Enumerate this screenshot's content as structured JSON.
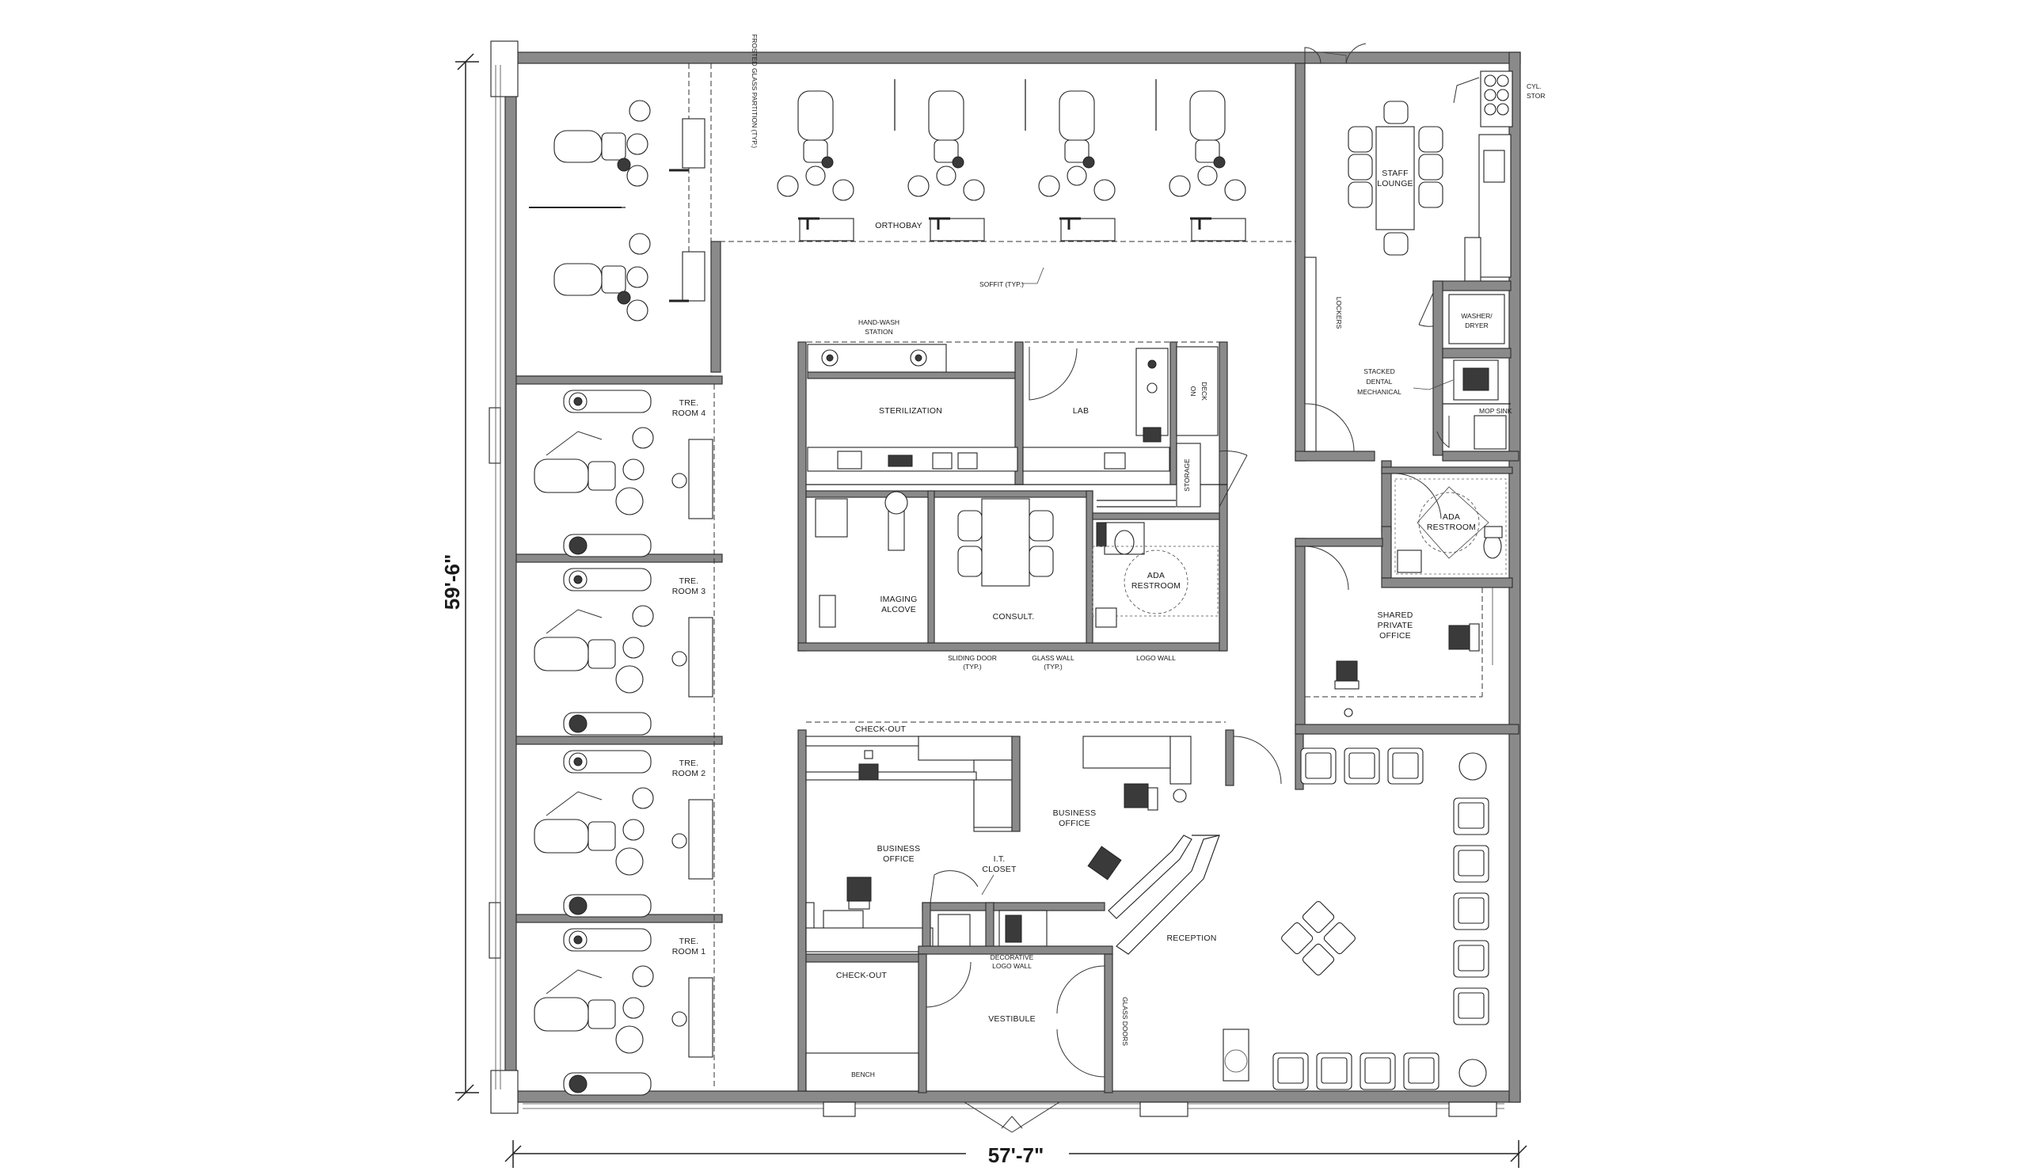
{
  "dimensions": {
    "height": "59'-6\"",
    "width": "57'-7\""
  },
  "rooms": {
    "frosted_glass": "FROSTED GLASS PARTITION (TYP.)",
    "orthobay": "ORTHOBAY",
    "soffit": "SOFFIT (TYP.)",
    "staff_lounge_1": "STAFF",
    "staff_lounge_2": "LOUNGE",
    "cyl_stor_1": "CYL.",
    "cyl_stor_2": "STOR",
    "lockers": "LOCKERS",
    "washer_1": "WASHER/",
    "washer_2": "DRYER",
    "stacked_1": "STACKED",
    "stacked_2": "DENTAL",
    "stacked_3": "MECHANICAL",
    "mop_sink": "MOP SINK",
    "handwash_1": "HAND-WASH",
    "handwash_2": "STATION",
    "sterilization": "STERILIZATION",
    "lab": "LAB",
    "on_deck_1": "ON",
    "on_deck_2": "DECK",
    "storage": "STORAGE",
    "imaging_1": "IMAGING",
    "imaging_2": "ALCOVE",
    "consult": "CONSULT.",
    "ada_restroom_1": "ADA",
    "ada_restroom_2": "RESTROOM",
    "ada_restroom_b1": "ADA",
    "ada_restroom_b2": "RESTROOM",
    "sliding_door_1": "SLIDING DOOR",
    "sliding_door_2": "(TYP.)",
    "glass_wall_1": "GLASS WALL",
    "glass_wall_2": "(TYP.)",
    "logo_wall": "LOGO WALL",
    "shared_1": "SHARED",
    "shared_2": "PRIVATE",
    "shared_3": "OFFICE",
    "tre4_1": "TRE.",
    "tre4_2": "ROOM 4",
    "tre3_1": "TRE.",
    "tre3_2": "ROOM 3",
    "tre2_1": "TRE.",
    "tre2_2": "ROOM 2",
    "tre1_1": "TRE.",
    "tre1_2": "ROOM 1",
    "checkout_top": "CHECK-OUT",
    "business_office_l1": "BUSINESS",
    "business_office_l2": "OFFICE",
    "business_office_r1": "BUSINESS",
    "business_office_r2": "OFFICE",
    "it_closet_1": "I.T.",
    "it_closet_2": "CLOSET",
    "reception": "RECEPTION",
    "decorative_1": "DECORATIVE",
    "decorative_2": "LOGO WALL",
    "checkout_bottom": "CHECK-OUT",
    "vestibule": "VESTIBULE",
    "glass_doors": "GLASS DOORS",
    "bench": "BENCH"
  }
}
